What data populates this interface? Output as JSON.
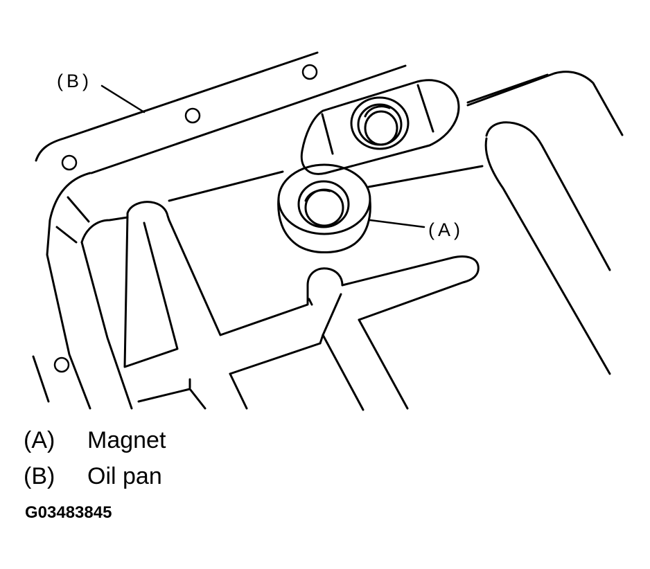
{
  "callouts": {
    "a": "(A)",
    "b": "(B)"
  },
  "legend": [
    {
      "key": "(A)",
      "label": "Magnet"
    },
    {
      "key": "(B)",
      "label": "Oil pan"
    }
  ],
  "figure_code": "G03483845",
  "colors": {
    "line": "#000000",
    "background": "#ffffff"
  }
}
